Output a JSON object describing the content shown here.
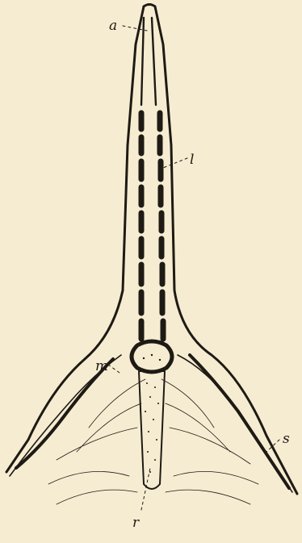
{
  "colors": {
    "background": "#f6ecd1",
    "ink": "#1e1a14"
  },
  "labels": {
    "a": "a",
    "l": "l",
    "m": "m",
    "s": "s",
    "r": "r"
  }
}
